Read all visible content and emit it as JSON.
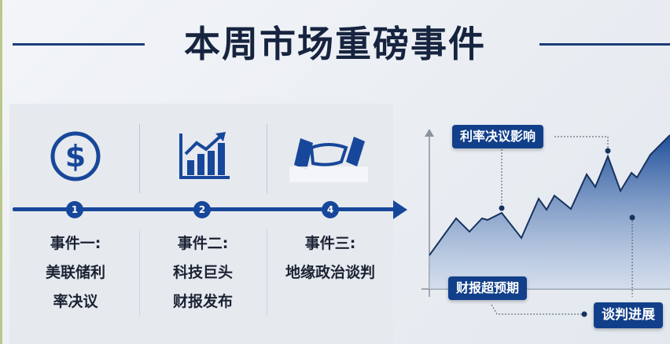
{
  "title": "本周市场重磅事件",
  "colors": {
    "accent": "#17479a",
    "title": "#16243f",
    "tag_bg": "#123f8a"
  },
  "timeline": {
    "events": [
      {
        "number": "1",
        "icon": "dollar-circle-icon",
        "line1": "事件一:",
        "line2": "美联储利",
        "line3": "率决议"
      },
      {
        "number": "2",
        "icon": "bar-chart-up-icon",
        "line1": "事件二:",
        "line2": "科技巨头",
        "line3": "财报发布"
      },
      {
        "number": "4",
        "icon": "handshake-icon",
        "line1": "事件三:",
        "line2": "地缘政治谈判",
        "line3": ""
      }
    ]
  },
  "chart": {
    "annotations": {
      "rate": "利率决议影响",
      "earnings": "财报超预期",
      "talks": "谈判进展"
    }
  }
}
